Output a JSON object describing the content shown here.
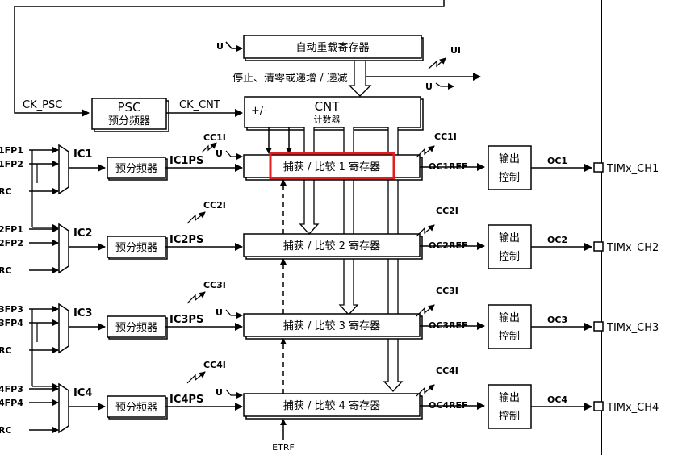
{
  "top_box": {
    "label": "自动重载寄存器",
    "u": "U"
  },
  "ui": "UI",
  "u_right": "U",
  "cnt_note": "停止、清零或递增 / 递减",
  "ck_psc": "CK_PSC",
  "psc": {
    "title": "PSC",
    "sub": "预分频器"
  },
  "ck_cnt": "CK_CNT",
  "cnt": {
    "title": "CNT",
    "sub": "计数器",
    "pm": "+/-"
  },
  "etrf": "ETRF",
  "highlight_color": "#e02020",
  "channels": [
    {
      "in1": "1FP1",
      "in2": "1FP2",
      "in3": "RC",
      "ic": "IC1",
      "presc": "预分频器",
      "icps": "IC1PS",
      "u": "U",
      "cci": "CC1I",
      "reg": "捕获 / 比较 1 寄存器",
      "ocref": "OC1REF",
      "out": [
        "输出",
        "控制"
      ],
      "oc": "OC1",
      "pin": "TIMx_CH1"
    },
    {
      "in1": "2FP1",
      "in2": "2FP2",
      "in3": "RC",
      "ic": "IC2",
      "presc": "预分频器",
      "icps": "IC2PS",
      "u": "",
      "cci": "CC2I",
      "reg": "捕获 / 比较 2 寄存器",
      "ocref": "OC2REF",
      "out": [
        "输出",
        "控制"
      ],
      "oc": "OC2",
      "pin": "TIMx_CH2"
    },
    {
      "in1": "3FP3",
      "in2": "3FP4",
      "in3": "RC",
      "ic": "IC3",
      "presc": "预分频器",
      "icps": "IC3PS",
      "u": "U",
      "cci": "CC3I",
      "reg": "捕获 / 比较 3 寄存器",
      "ocref": "OC3REF",
      "out": [
        "输出",
        "控制"
      ],
      "oc": "OC3",
      "pin": "TIMx_CH3"
    },
    {
      "in1": "4FP3",
      "in2": "4FP4",
      "in3": "RC",
      "ic": "IC4",
      "presc": "预分频器",
      "icps": "IC4PS",
      "u": "U",
      "cci": "CC4I",
      "reg": "捕获 / 比较 4 寄存器",
      "ocref": "OC4REF",
      "out": [
        "输出",
        "控制"
      ],
      "oc": "OC4",
      "pin": "TIMx_CH4"
    }
  ],
  "cc_left_labels": [
    "CC2I",
    "CC3I",
    "CC4I"
  ]
}
